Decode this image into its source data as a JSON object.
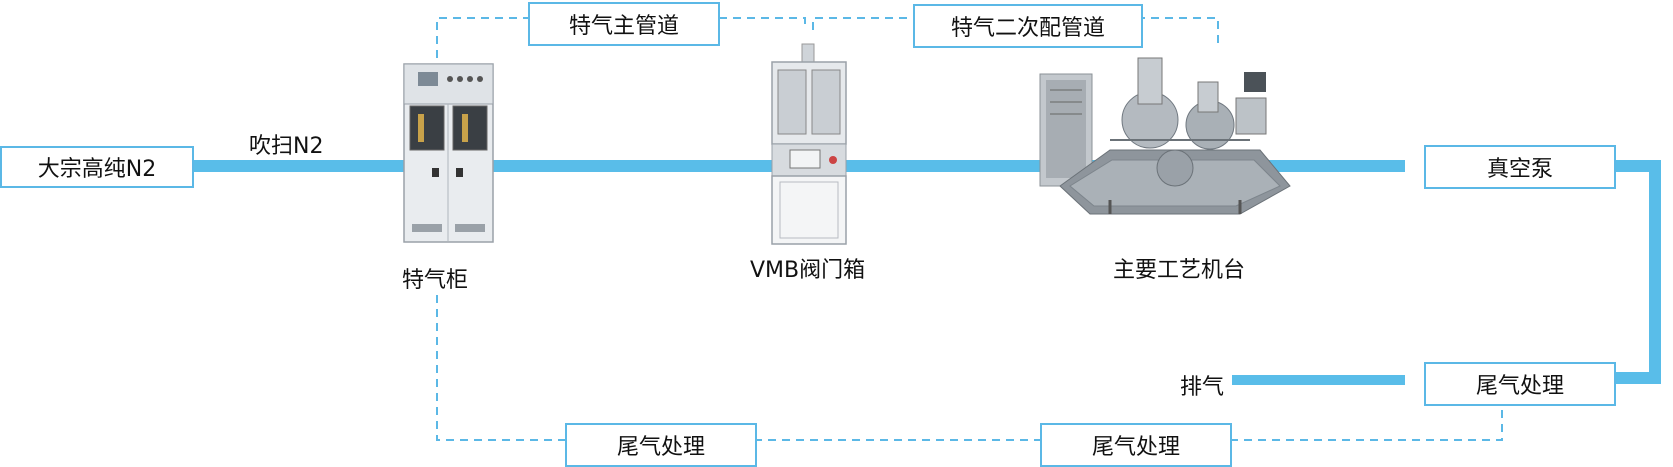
{
  "colors": {
    "pipe": "#59bde9",
    "box_border": "#5bb8e6",
    "dash": "#5bb8e6"
  },
  "nodes": {
    "bulk_n2": "大宗高纯N2",
    "purge_n2": "吹扫N2",
    "gas_cabinet": "特气柜",
    "vmb": "VMB阀门箱",
    "main_tool": "主要工艺机台",
    "vacuum_pump": "真空泵",
    "exhaust": "排气",
    "abatement_right": "尾气处理",
    "abatement_bottom_left": "尾气处理",
    "abatement_bottom_mid": "尾气处理"
  },
  "top_labels": {
    "main_pipe": "特气主管道",
    "secondary_pipe": "特气二次配管道"
  },
  "icons": {
    "gas_cabinet": "gas-cabinet-icon",
    "vmb": "vmb-valve-box-icon",
    "main_tool": "process-tool-machine-icon"
  }
}
